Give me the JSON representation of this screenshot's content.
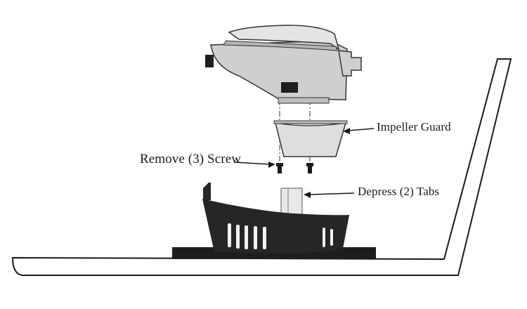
{
  "labels": {
    "impeller_guard": "Impeller Guard",
    "remove_screw": "Remove (3) Screw",
    "depress_tabs": "Depress (2) Tabs"
  },
  "colors": {
    "ink": "#1a1a1a",
    "pump_body": "#cfcfcf",
    "pump_shadow": "#b5b5b5",
    "guard": "#dedede",
    "strainer": "#262626"
  }
}
